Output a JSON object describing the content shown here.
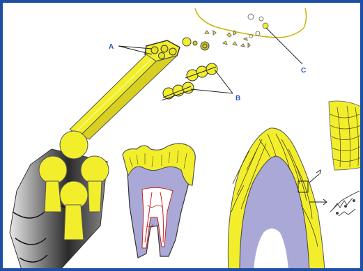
{
  "figure": {
    "labels": {
      "a": "A",
      "b": "B",
      "c": "C"
    },
    "colors": {
      "frame": "#1d4fa3",
      "enamel": "#f2ee2c",
      "enamel_dark": "#b5ad12",
      "dentin": "#a9a8d6",
      "pulp": "#ffffff",
      "vessels": "#cc2a2a",
      "label_text": "#2a55b8",
      "outline": "#222222",
      "grey_block": "#7a7a7a"
    }
  }
}
